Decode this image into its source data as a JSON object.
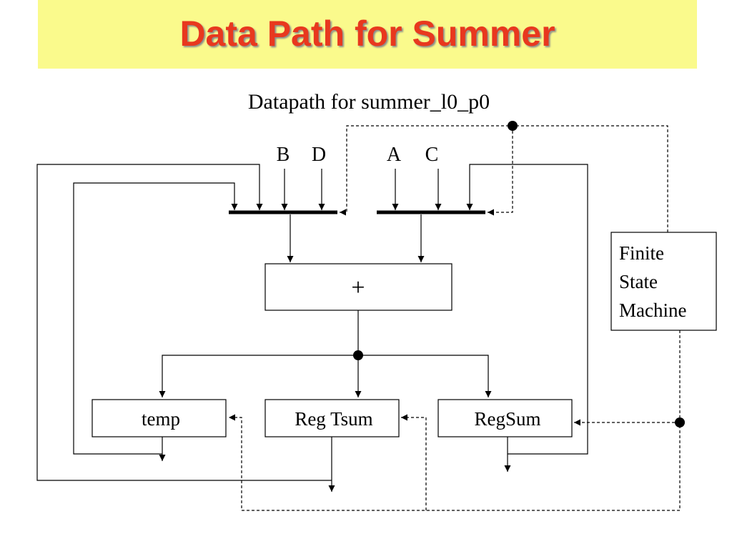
{
  "slide": {
    "title": "Data Path for Summer",
    "title_color": "#e8381e",
    "banner_color": "#fafa8c"
  },
  "diagram": {
    "caption": "Datapath for summer_l0_p0",
    "inputs_left": [
      "B",
      "D"
    ],
    "inputs_right": [
      "A",
      "C"
    ],
    "adder_label": "+",
    "registers": [
      "temp",
      "Reg Tsum",
      "RegSum"
    ],
    "controller": [
      "Finite",
      "State",
      "Machine"
    ]
  }
}
